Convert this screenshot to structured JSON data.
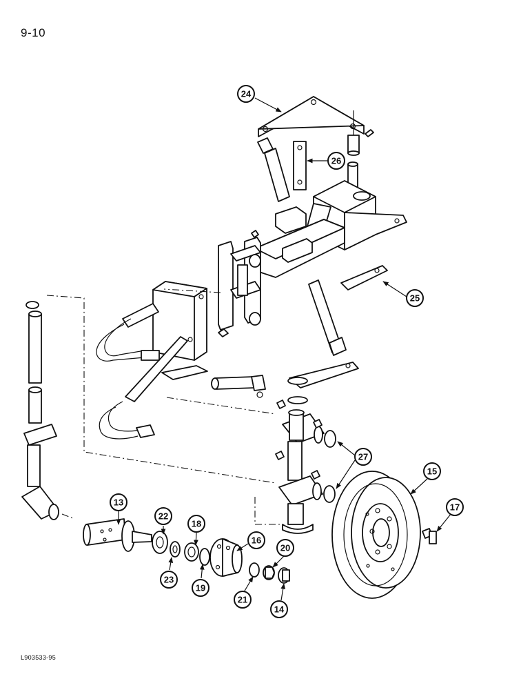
{
  "page_number": "9-10",
  "figure_code": "L903533-95",
  "callouts": {
    "c24": "24",
    "c26": "26",
    "c25": "25",
    "c27": "27",
    "c15": "15",
    "c17": "17",
    "c13": "13",
    "c22": "22",
    "c18": "18",
    "c16": "16",
    "c20": "20",
    "c23": "23",
    "c19": "19",
    "c21": "21",
    "c14": "14"
  }
}
